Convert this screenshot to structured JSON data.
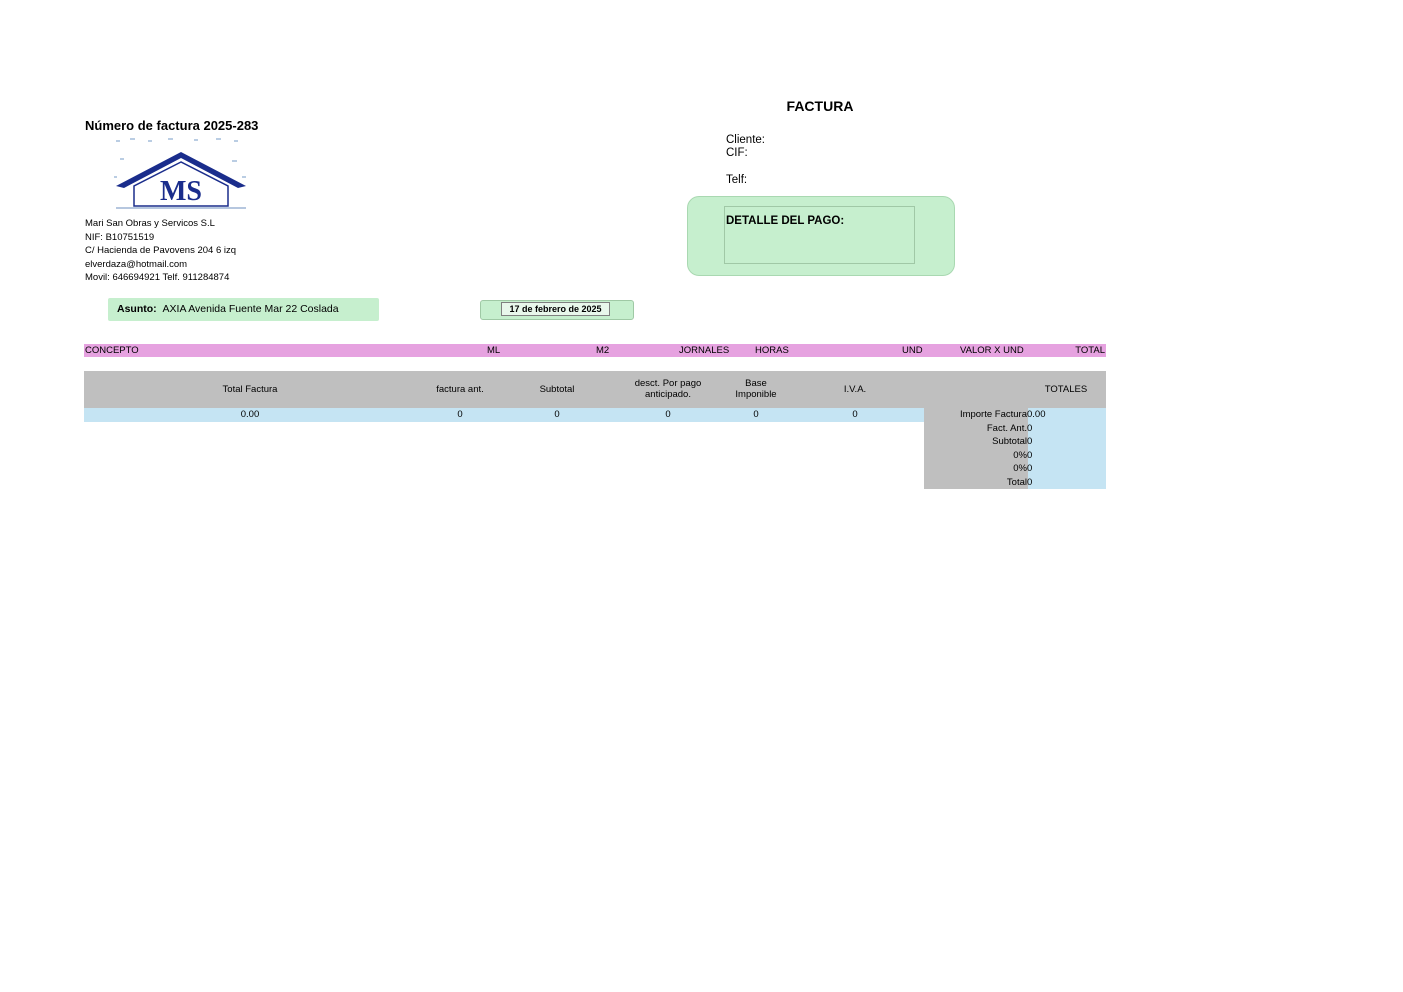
{
  "document": {
    "title": "FACTURA",
    "invoice_number_label": "Número de factura 2025-283"
  },
  "company": {
    "logo_text": "MS",
    "lines": [
      "Mari San Obras y Servicos S.L",
      "NIF: B10751519",
      "C/ Hacienda de Pavovens 204   6 izq",
      "elverdaza@hotmail.com",
      "Movil: 646694921 Telf. 911284874"
    ]
  },
  "client": {
    "cliente_label": "Cliente:",
    "cif_label": "CIF:",
    "telf_label": "Telf:"
  },
  "payment": {
    "label": "DETALLE DEL PAGO:"
  },
  "subject": {
    "label": "Asunto",
    "value": "AXIA Avenida Fuente Mar  22 Coslada"
  },
  "date": "17 de febrero de 2025",
  "items_header": {
    "concepto": "CONCEPTO",
    "ml": "ML",
    "m2": "M2",
    "jornales": "JORNALES",
    "horas": "HORAS",
    "und": "UND",
    "valor_x_und": "VALOR  X UND",
    "total": "TOTAL"
  },
  "totals_header": {
    "total_factura": "Total  Factura",
    "factura_ant": "factura ant.",
    "subtotal": "Subtotal",
    "desc_line1": "desct. Por pago",
    "desc_line2": "anticipado.",
    "base_line1": "Base",
    "base_line2": "Imponible",
    "iva": "I.V.A.",
    "totales": "TOTALES"
  },
  "totals_values": {
    "total_factura": "0.00",
    "factura_ant": "0",
    "subtotal": "0",
    "descuento": "0",
    "base_imponible": "0",
    "iva": "0"
  },
  "summary": [
    {
      "label": "Importe Factura",
      "value": "0.00"
    },
    {
      "label": "Fact. Ant.",
      "value": "0"
    },
    {
      "label": "Subtotal",
      "value": "0"
    },
    {
      "label": "0%",
      "value": "0"
    },
    {
      "label": "0%",
      "value": "0"
    },
    {
      "label": "Total",
      "value": "0"
    }
  ],
  "colors": {
    "green_box": "#c6efce",
    "header_pink": "#e6a2e0",
    "grey": "#bfbfbf",
    "light_blue": "#c5e4f3",
    "logo_blue": "#1a2d8c"
  }
}
